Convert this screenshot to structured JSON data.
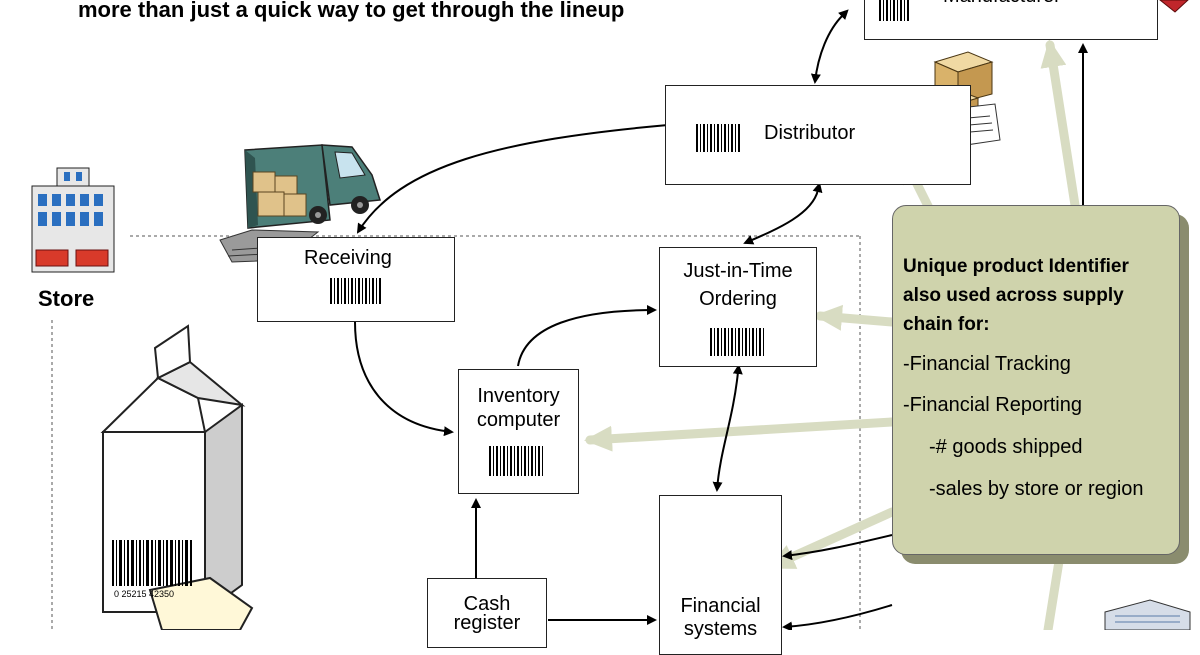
{
  "headline": "more than just a quick way to get through the lineup",
  "store_label": "Store",
  "nodes": {
    "manufacturer": "Manufacturer",
    "distributor": "Distributor",
    "receiving": "Receiving",
    "jit_line1": "Just-in-Time",
    "jit_line2": "Ordering",
    "inventory_line1": "Inventory",
    "inventory_line2": "computer",
    "cash_line1": "Cash",
    "cash_line2": "register",
    "financial_line1": "Financial",
    "financial_line2": "systems"
  },
  "callout": {
    "title_line1": "Unique product Identifier",
    "title_line2": "also used across supply",
    "title_line3": "chain for:",
    "items": [
      "-Financial Tracking",
      "-Financial Reporting",
      "-# goods shipped",
      "-sales by store or region"
    ]
  },
  "carton_barcode_number": "0 25215 42350",
  "colors": {
    "callout_fill": "#cfd3ac",
    "callout_shadow": "#8a8c6e",
    "callout_arrow": "#d8dcc2",
    "truck_body": "#4c7f79",
    "boxes": "#e0c28a",
    "store_blue": "#2a6fc0",
    "store_red": "#d83a2a"
  },
  "icons": [
    "truck-icon",
    "boxes-icon",
    "store-building-icon",
    "milk-carton-icon",
    "office-building-icon",
    "barcode-icon"
  ]
}
